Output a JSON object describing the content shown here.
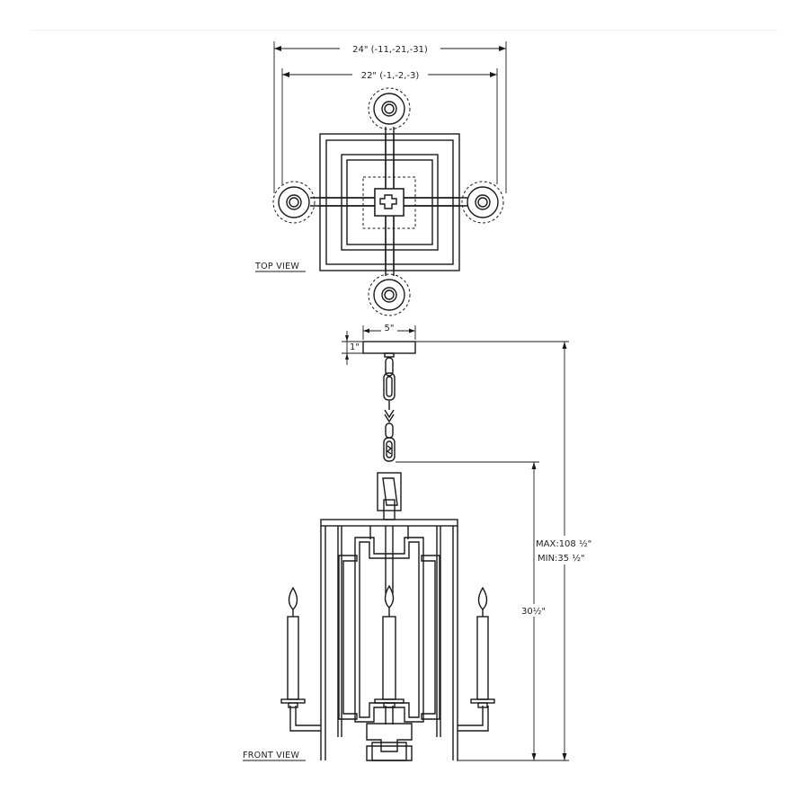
{
  "dimensions": {
    "width_24": "24\" (-11,-21,-31)",
    "width_22": "22\" (-1,-2,-3)",
    "canopy_width": "5\"",
    "canopy_height": "1\"",
    "max_length": "MAX:108 ½\"",
    "min_length": "MIN:35 ½\"",
    "body_height": "30½\""
  },
  "views": {
    "top": "TOP VIEW",
    "front": "FRONT VIEW"
  }
}
